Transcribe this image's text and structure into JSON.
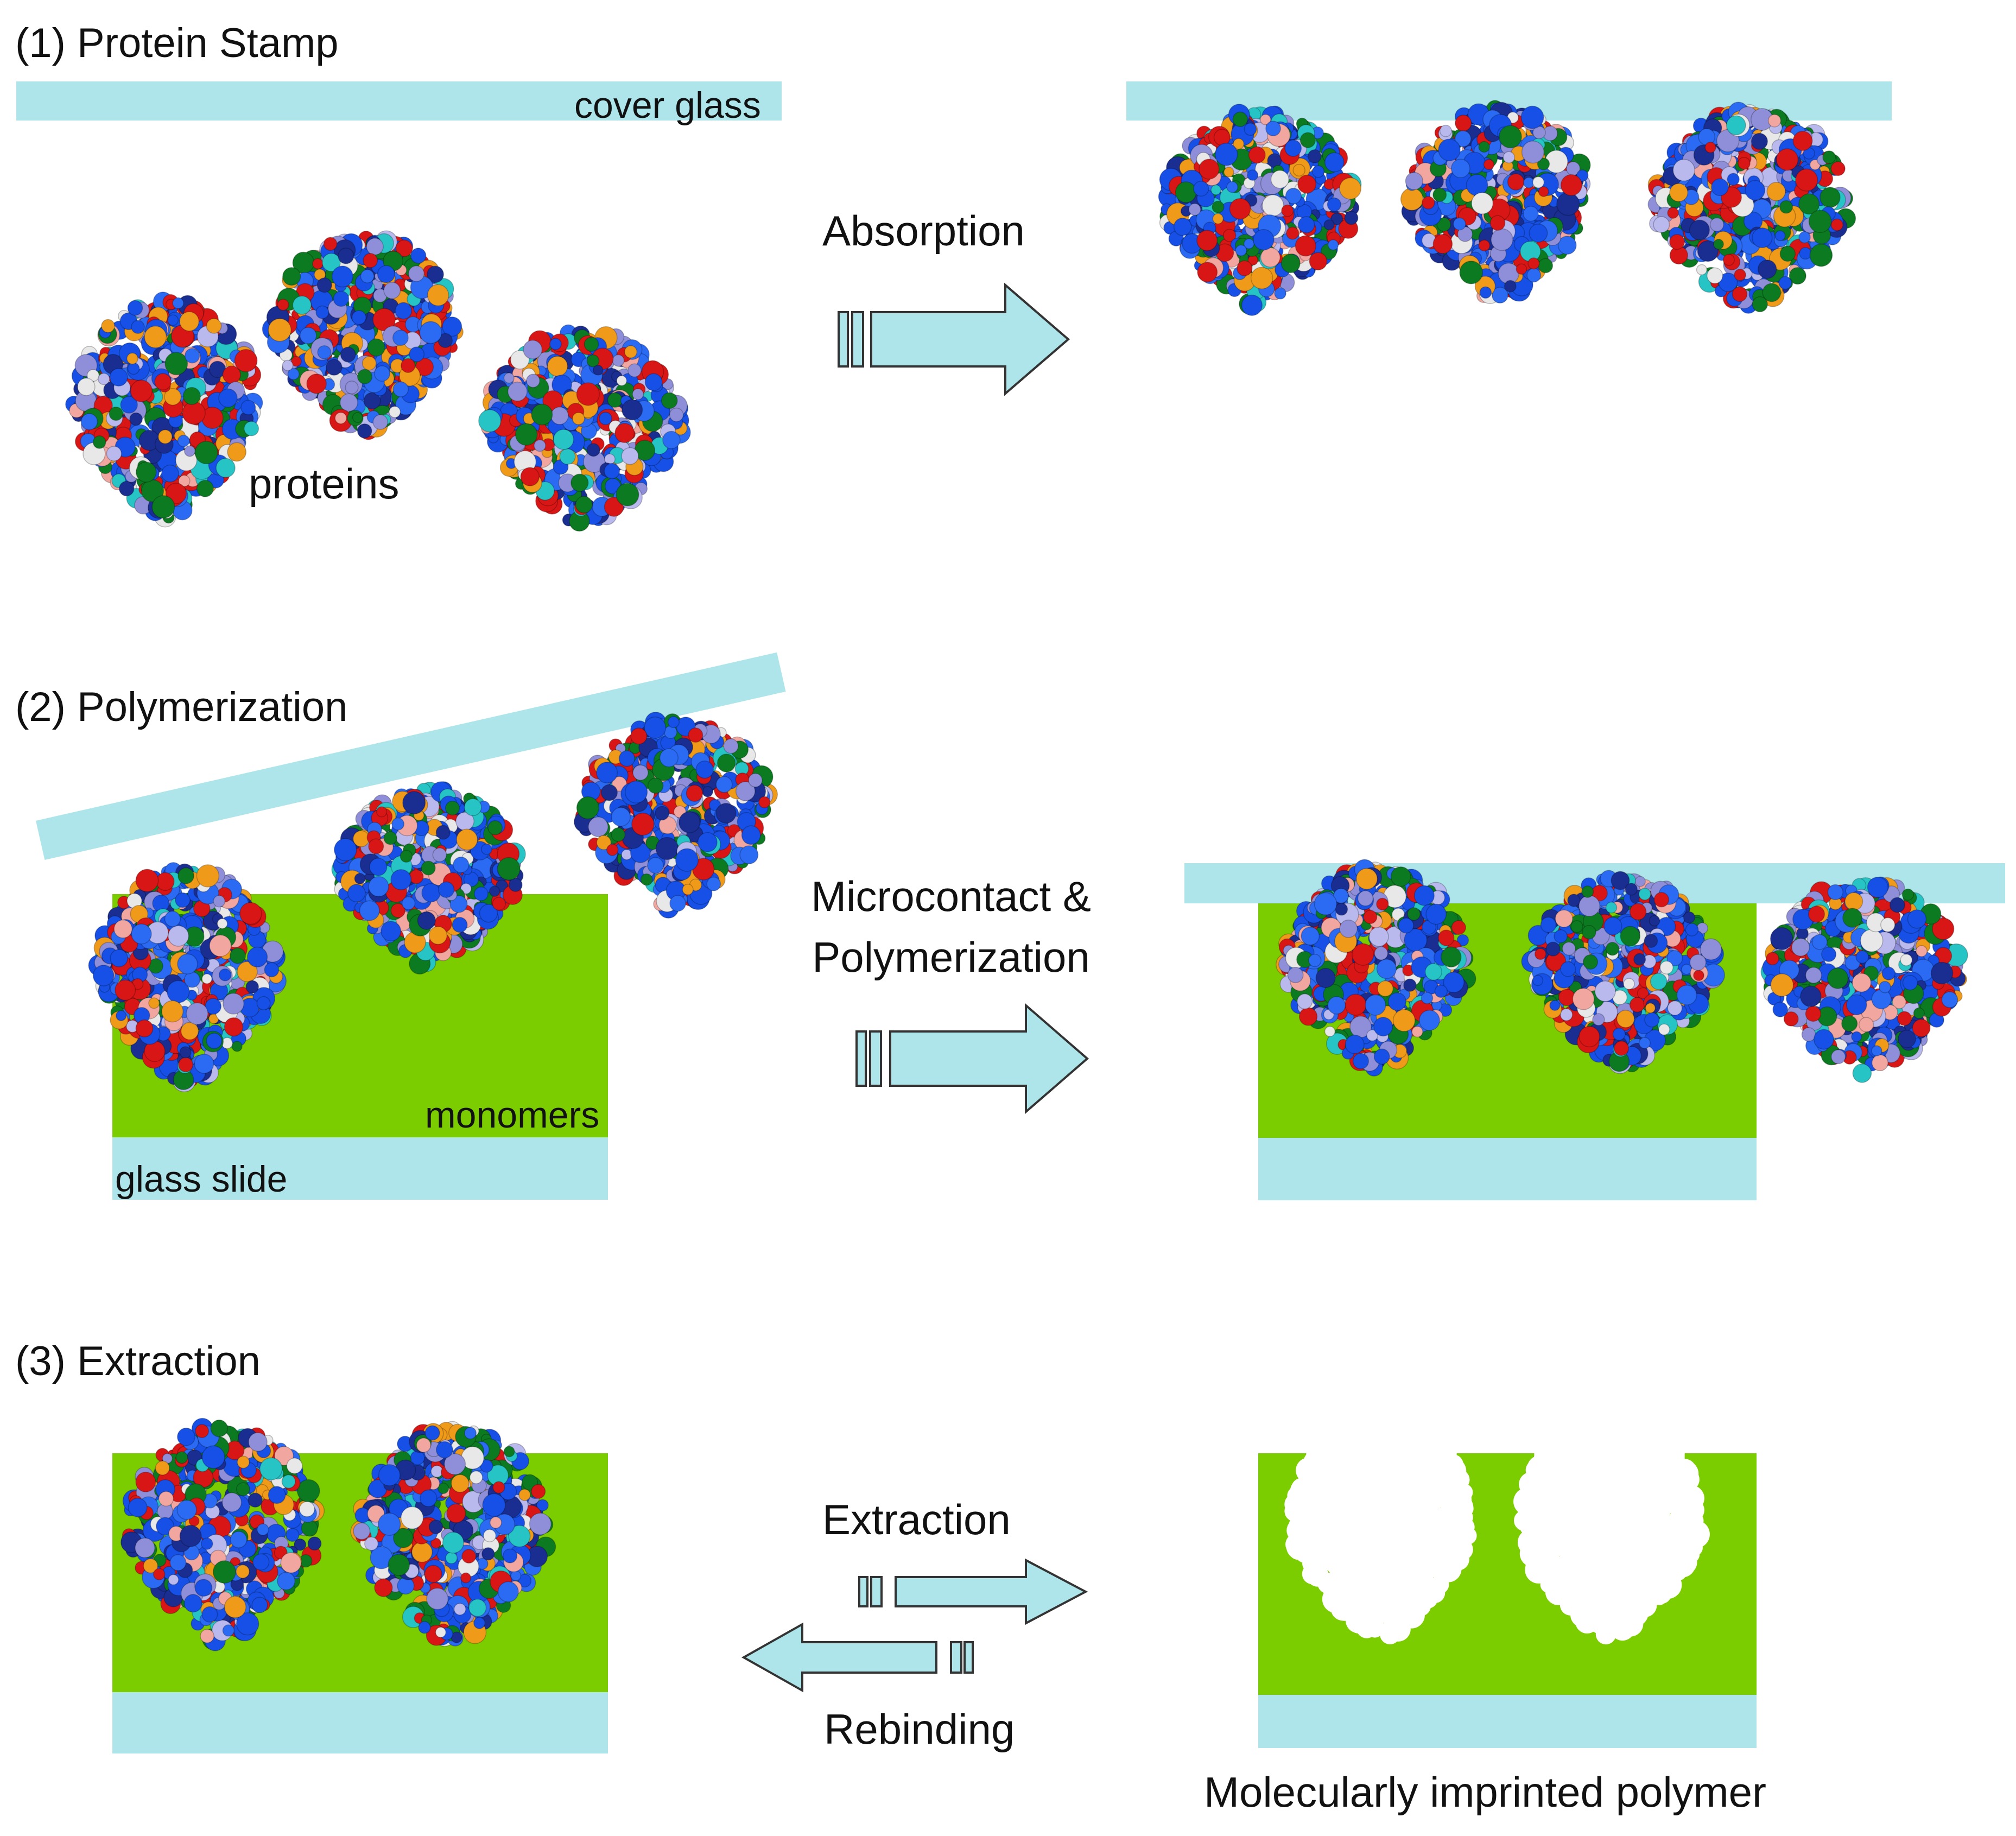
{
  "sections": {
    "s1": "(1) Protein Stamp",
    "s2": "(2) Polymerization",
    "s3": "(3) Extraction"
  },
  "labels": {
    "cover_glass": "cover glass",
    "proteins": "proteins",
    "absorption": "Absorption",
    "microcontact_1": "Microcontact &",
    "microcontact_2": "Polymerization",
    "monomers": "monomers",
    "glass_slide": "glass slide",
    "extraction": "Extraction",
    "rebinding": "Rebinding",
    "mip": "Molecularly imprinted polymer"
  },
  "colors": {
    "glass": "#ade5ea",
    "polymer": "#7ccd00",
    "arrow_stroke": "#333333",
    "protein_palette": [
      "#1650e6",
      "#2b6af2",
      "#d81616",
      "#0c7a20",
      "#f09a1a",
      "#8f8fd9",
      "#27c4c6",
      "#e8e8e8",
      "#f2a6a0",
      "#1a2d90",
      "#b9b9ee"
    ]
  }
}
